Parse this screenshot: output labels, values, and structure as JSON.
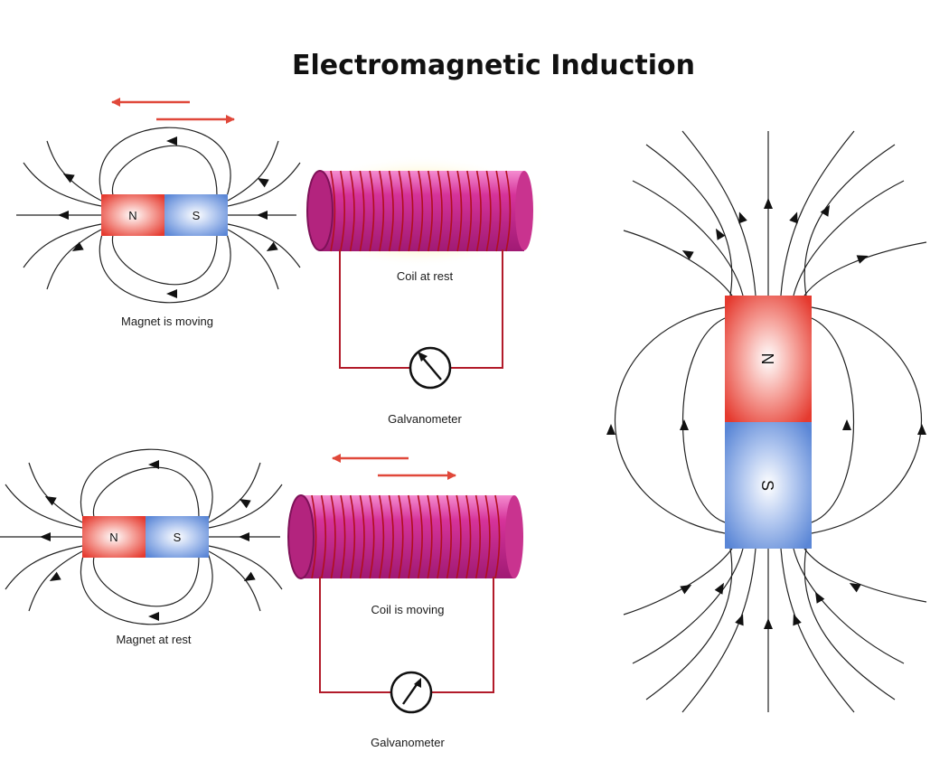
{
  "title": "Electromagnetic Induction",
  "panel_top": {
    "magnet_north": "N",
    "magnet_south": "S",
    "magnet_caption": "Magnet is moving",
    "coil_caption": "Coil at rest",
    "meter_caption": "Galvanometer"
  },
  "panel_bottom": {
    "magnet_north": "N",
    "magnet_south": "S",
    "magnet_caption": "Magnet at rest",
    "coil_caption": "Coil is moving",
    "meter_caption": "Galvanometer"
  },
  "big_magnet": {
    "north": "N",
    "south": "S"
  },
  "colors": {
    "north_pole": "#e53a2f",
    "south_pole": "#5a86d6",
    "coil": "#d6339a",
    "coil_wire": "#b0101f",
    "motion_arrow": "#e0483a"
  }
}
